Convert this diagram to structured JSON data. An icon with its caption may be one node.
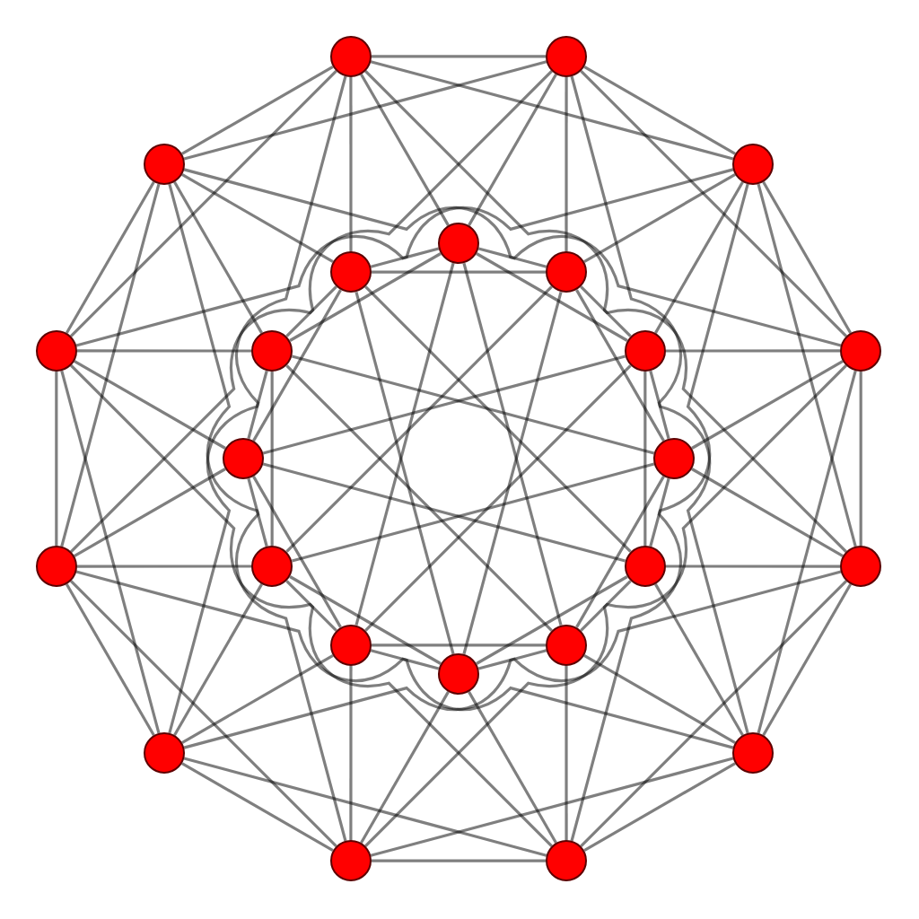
{
  "diagram": {
    "nodes": [
      {
        "text": [],
        "shape": "circle"
      },
      {
        "text": [],
        "shape": "circle"
      },
      {
        "text": [],
        "shape": "circle"
      },
      {
        "text": [],
        "shape": "circle"
      },
      {
        "text": [],
        "shape": "circle"
      },
      {
        "text": [],
        "shape": "circle"
      },
      {
        "text": [],
        "shape": "circle"
      },
      {
        "text": [],
        "shape": "circle"
      },
      {
        "text": [],
        "shape": "circle"
      },
      {
        "text": [],
        "shape": "circle"
      },
      {
        "text": [],
        "shape": "circle"
      },
      {
        "text": [],
        "shape": "circle"
      },
      {
        "text": [],
        "shape": "circle"
      },
      {
        "text": [],
        "shape": "circle"
      },
      {
        "text": [],
        "shape": "circle"
      },
      {
        "text": [],
        "shape": "circle"
      },
      {
        "text": [],
        "shape": "circle"
      },
      {
        "text": [],
        "shape": "circle"
      },
      {
        "text": [],
        "shape": "circle"
      },
      {
        "text": [],
        "shape": "circle"
      },
      {
        "text": [],
        "shape": "circle"
      },
      {
        "text": [],
        "shape": "circle"
      },
      {
        "text": [],
        "shape": "circle"
      },
      {
        "text": [],
        "shape": "circle"
      }
    ],
    "edges": [
      {
        "from": 4,
        "to": 9,
        "arrow": "none"
      },
      {
        "from": 6,
        "to": 12,
        "arrow": "none"
      },
      {
        "from": 9,
        "to": 15,
        "arrow": "none"
      },
      {
        "from": 12,
        "to": 18,
        "arrow": "none"
      },
      {
        "from": 15,
        "to": 19,
        "arrow": "none"
      },
      {
        "from": 18,
        "to": 17,
        "arrow": "none"
      },
      {
        "from": 19,
        "to": 14,
        "arrow": "none"
      },
      {
        "from": 17,
        "to": 11,
        "arrow": "none"
      },
      {
        "from": 14,
        "to": 8,
        "arrow": "none"
      },
      {
        "from": 11,
        "to": 5,
        "arrow": "none"
      },
      {
        "from": 8,
        "to": 4,
        "arrow": "none"
      },
      {
        "from": 5,
        "to": 6,
        "arrow": "none"
      },
      {
        "from": 4,
        "to": 18,
        "arrow": "none"
      },
      {
        "from": 6,
        "to": 19,
        "arrow": "none"
      },
      {
        "from": 9,
        "to": 17,
        "arrow": "none"
      },
      {
        "from": 12,
        "to": 14,
        "arrow": "none"
      },
      {
        "from": 15,
        "to": 11,
        "arrow": "none"
      },
      {
        "from": 18,
        "to": 8,
        "arrow": "none"
      },
      {
        "from": 19,
        "to": 5,
        "arrow": "none"
      },
      {
        "from": 17,
        "to": 4,
        "arrow": "none"
      },
      {
        "from": 14,
        "to": 6,
        "arrow": "none"
      },
      {
        "from": 11,
        "to": 9,
        "arrow": "none"
      },
      {
        "from": 8,
        "to": 12,
        "arrow": "none"
      },
      {
        "from": 5,
        "to": 15,
        "arrow": "none"
      },
      {
        "from": 1,
        "to": 3,
        "arrow": "none"
      },
      {
        "from": 3,
        "to": 10,
        "arrow": "none"
      },
      {
        "from": 10,
        "to": 16,
        "arrow": "none"
      },
      {
        "from": 16,
        "to": 21,
        "arrow": "none"
      },
      {
        "from": 21,
        "to": 23,
        "arrow": "none"
      },
      {
        "from": 23,
        "to": 22,
        "arrow": "none"
      },
      {
        "from": 22,
        "to": 20,
        "arrow": "none"
      },
      {
        "from": 20,
        "to": 13,
        "arrow": "none"
      },
      {
        "from": 13,
        "to": 7,
        "arrow": "none"
      },
      {
        "from": 7,
        "to": 2,
        "arrow": "none"
      },
      {
        "from": 2,
        "to": 0,
        "arrow": "none"
      },
      {
        "from": 0,
        "to": 1,
        "arrow": "none"
      },
      {
        "from": 1,
        "to": 10,
        "arrow": "none"
      },
      {
        "from": 3,
        "to": 16,
        "arrow": "none"
      },
      {
        "from": 10,
        "to": 21,
        "arrow": "none"
      },
      {
        "from": 16,
        "to": 23,
        "arrow": "none"
      },
      {
        "from": 21,
        "to": 22,
        "arrow": "none"
      },
      {
        "from": 23,
        "to": 20,
        "arrow": "none"
      },
      {
        "from": 22,
        "to": 13,
        "arrow": "none"
      },
      {
        "from": 20,
        "to": 7,
        "arrow": "none"
      },
      {
        "from": 13,
        "to": 2,
        "arrow": "none"
      },
      {
        "from": 7,
        "to": 0,
        "arrow": "none"
      },
      {
        "from": 2,
        "to": 1,
        "arrow": "none"
      },
      {
        "from": 0,
        "to": 3,
        "arrow": "none"
      },
      {
        "from": 4,
        "to": 1,
        "arrow": "none"
      },
      {
        "from": 4,
        "to": 0,
        "arrow": "none"
      },
      {
        "from": 4,
        "to": 10,
        "arrow": "none"
      },
      {
        "from": 4,
        "to": 7,
        "arrow": "none"
      },
      {
        "from": 6,
        "to": 3,
        "arrow": "none"
      },
      {
        "from": 6,
        "to": 1,
        "arrow": "none"
      },
      {
        "from": 6,
        "to": 16,
        "arrow": "none"
      },
      {
        "from": 6,
        "to": 2,
        "arrow": "none"
      },
      {
        "from": 9,
        "to": 10,
        "arrow": "none"
      },
      {
        "from": 9,
        "to": 3,
        "arrow": "none"
      },
      {
        "from": 9,
        "to": 21,
        "arrow": "none"
      },
      {
        "from": 9,
        "to": 0,
        "arrow": "none"
      },
      {
        "from": 12,
        "to": 16,
        "arrow": "none"
      },
      {
        "from": 12,
        "to": 10,
        "arrow": "none"
      },
      {
        "from": 12,
        "to": 23,
        "arrow": "none"
      },
      {
        "from": 12,
        "to": 1,
        "arrow": "none"
      },
      {
        "from": 15,
        "to": 21,
        "arrow": "none"
      },
      {
        "from": 15,
        "to": 16,
        "arrow": "none"
      },
      {
        "from": 15,
        "to": 22,
        "arrow": "none"
      },
      {
        "from": 15,
        "to": 3,
        "arrow": "none"
      },
      {
        "from": 18,
        "to": 23,
        "arrow": "none"
      },
      {
        "from": 18,
        "to": 21,
        "arrow": "none"
      },
      {
        "from": 18,
        "to": 20,
        "arrow": "none"
      },
      {
        "from": 18,
        "to": 10,
        "arrow": "none"
      },
      {
        "from": 19,
        "to": 22,
        "arrow": "none"
      },
      {
        "from": 19,
        "to": 23,
        "arrow": "none"
      },
      {
        "from": 19,
        "to": 13,
        "arrow": "none"
      },
      {
        "from": 19,
        "to": 16,
        "arrow": "none"
      },
      {
        "from": 17,
        "to": 20,
        "arrow": "none"
      },
      {
        "from": 17,
        "to": 22,
        "arrow": "none"
      },
      {
        "from": 17,
        "to": 7,
        "arrow": "none"
      },
      {
        "from": 17,
        "to": 21,
        "arrow": "none"
      },
      {
        "from": 14,
        "to": 13,
        "arrow": "none"
      },
      {
        "from": 14,
        "to": 20,
        "arrow": "none"
      },
      {
        "from": 14,
        "to": 2,
        "arrow": "none"
      },
      {
        "from": 14,
        "to": 23,
        "arrow": "none"
      },
      {
        "from": 11,
        "to": 7,
        "arrow": "none"
      },
      {
        "from": 11,
        "to": 13,
        "arrow": "none"
      },
      {
        "from": 11,
        "to": 0,
        "arrow": "none"
      },
      {
        "from": 11,
        "to": 22,
        "arrow": "none"
      },
      {
        "from": 8,
        "to": 2,
        "arrow": "none"
      },
      {
        "from": 8,
        "to": 7,
        "arrow": "none"
      },
      {
        "from": 8,
        "to": 1,
        "arrow": "none"
      },
      {
        "from": 8,
        "to": 20,
        "arrow": "none"
      },
      {
        "from": 5,
        "to": 0,
        "arrow": "none"
      },
      {
        "from": 5,
        "to": 2,
        "arrow": "none"
      },
      {
        "from": 5,
        "to": 3,
        "arrow": "none"
      },
      {
        "from": 5,
        "to": 13,
        "arrow": "none"
      }
    ]
  }
}
